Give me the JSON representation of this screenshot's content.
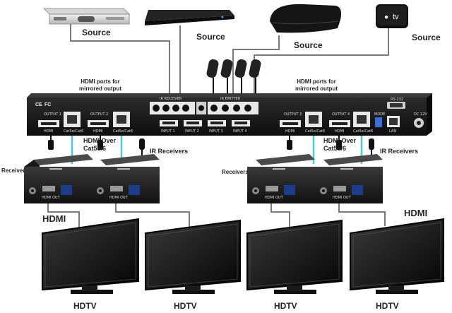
{
  "sources": [
    "Source",
    "Source",
    "Source",
    "Source"
  ],
  "apple_tv": "tv",
  "hdmi_mirror_left": [
    "HDMI ports for",
    "mirrored output"
  ],
  "hdmi_mirror_right": [
    "HDMI ports for",
    "mirrored output"
  ],
  "ir_receiver_header": "IR RECEIVER",
  "ir_emitter_header": "IR EMITTER",
  "outputs": [
    "OUTPUT 1",
    "OUTPUT 2",
    "OUTPUT 3",
    "OUTPUT 4"
  ],
  "port_hdmi": "HDMI",
  "port_cat": "Cat5e/Cat6",
  "inputs": [
    "INPUT 1",
    "INPUT 2",
    "INPUT 3",
    "INPUT 4"
  ],
  "port_labels": {
    "mode": "MODE",
    "lan": "LAN",
    "dc": "DC 12V",
    "rs232": "RS-232"
  },
  "certs": {
    "ce": "CE",
    "fc": "FC"
  },
  "hdmi_over_left": [
    "HDMI Over",
    "Cat5e/6"
  ],
  "hdmi_over_right": [
    "HDMI Over",
    "Cat5e/6"
  ],
  "ir_receivers_left": "IR Receivers",
  "ir_receivers_right": "IR Receivers",
  "receivers_left": "Receivers",
  "receivers_right": "Receivers",
  "receiver_port": "HDMI OUT",
  "hdmi_left": "HDMI",
  "hdmi_right": "HDMI",
  "hdtv": [
    "HDTV",
    "HDTV",
    "HDTV",
    "HDTV"
  ],
  "colors": {
    "chassis": "#1b1b1b",
    "cable_gray": "#7a7a7a",
    "cable_cat": "#4ec6e6",
    "cable_black": "#111111",
    "panel_white": "#e8e8e8"
  }
}
